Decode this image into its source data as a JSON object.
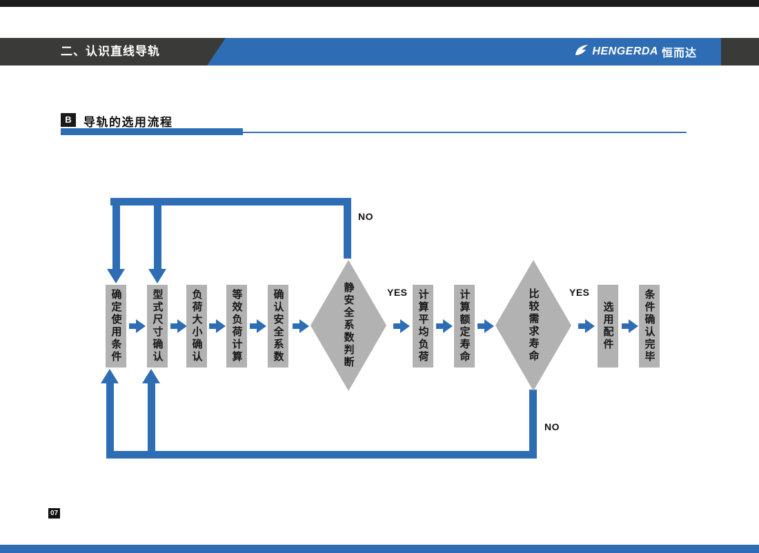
{
  "header": {
    "title": "二、认识直线导轨",
    "logo_en": "HENGERDA",
    "logo_cn": "恒而达"
  },
  "section": {
    "badge": "B",
    "title": "导轨的选用流程"
  },
  "flowchart": {
    "steps": [
      {
        "type": "process",
        "label": "确定使用条件"
      },
      {
        "type": "process",
        "label": "型式尺寸确认"
      },
      {
        "type": "process",
        "label": "负荷大小确认"
      },
      {
        "type": "process",
        "label": "等效负荷计算"
      },
      {
        "type": "process",
        "label": "确认安全系数"
      },
      {
        "type": "decision",
        "label": "静安全系数判断"
      },
      {
        "type": "process",
        "label": "计算平均负荷"
      },
      {
        "type": "process",
        "label": "计算额定寿命"
      },
      {
        "type": "decision",
        "label": "比较需求寿命"
      },
      {
        "type": "process",
        "label": "选用配件"
      },
      {
        "type": "process",
        "label": "条件确认完毕"
      }
    ],
    "branch_labels": {
      "static_yes": "YES",
      "static_no": "NO",
      "life_yes": "YES",
      "life_no": "NO"
    }
  },
  "footer": {
    "page_number": "07"
  },
  "colors": {
    "accent_blue": "#2e6db4",
    "header_dark": "#3a3a38",
    "node_gray": "#b2b2b2"
  }
}
